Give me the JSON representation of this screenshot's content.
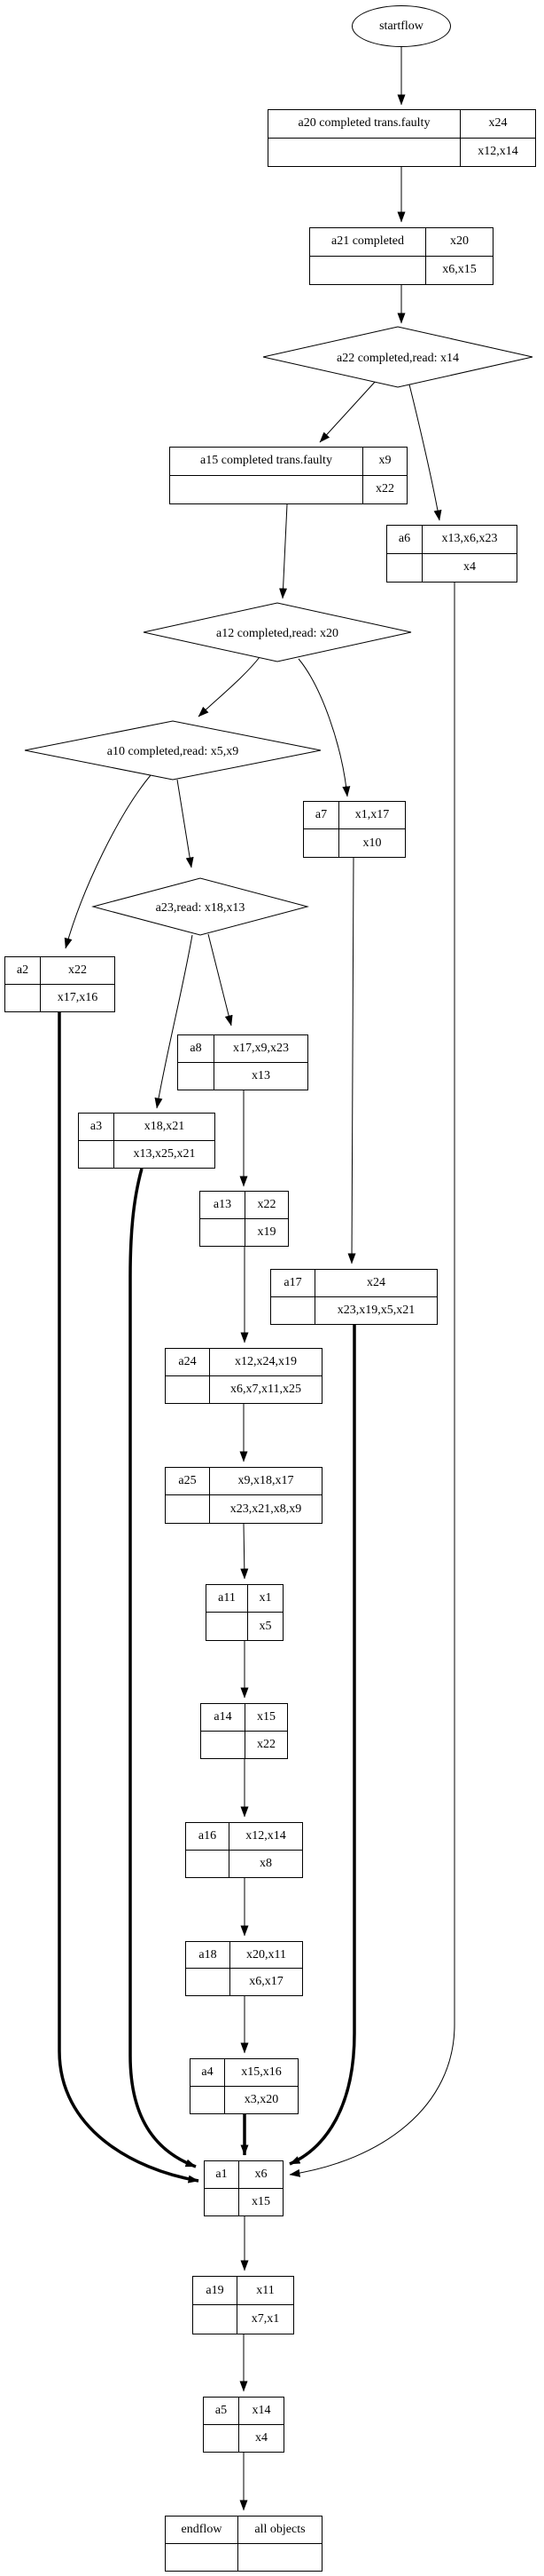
{
  "diagram": {
    "kind": "workflow-flowchart",
    "colors": {
      "background": "#ffffff",
      "stroke": "#000000",
      "node_fill": "#ffffff"
    },
    "nodes": [
      {
        "id": "startflow",
        "kind": "ellipse",
        "label": "startflow"
      },
      {
        "id": "a20",
        "kind": "table",
        "label": "a20 completed trans.faulty",
        "right_top": "x24",
        "right_bottom": "x12,x14"
      },
      {
        "id": "a21",
        "kind": "table",
        "label": "a21 completed",
        "right_top": "x20",
        "right_bottom": "x6,x15"
      },
      {
        "id": "a22",
        "kind": "diamond",
        "label": "a22 completed,read: x14"
      },
      {
        "id": "a15",
        "kind": "table",
        "label": "a15 completed trans.faulty",
        "right_top": "x9",
        "right_bottom": "x22"
      },
      {
        "id": "a6",
        "kind": "table",
        "label": "a6",
        "right_top": "x13,x6,x23",
        "right_bottom": "x4"
      },
      {
        "id": "a12",
        "kind": "diamond",
        "label": "a12 completed,read: x20"
      },
      {
        "id": "a10",
        "kind": "diamond",
        "label": "a10 completed,read: x5,x9"
      },
      {
        "id": "a7",
        "kind": "table",
        "label": "a7",
        "right_top": "x1,x17",
        "right_bottom": "x10"
      },
      {
        "id": "a23",
        "kind": "diamond",
        "label": "a23,read: x18,x13"
      },
      {
        "id": "a2",
        "kind": "table",
        "label": "a2",
        "right_top": "x22",
        "right_bottom": "x17,x16"
      },
      {
        "id": "a8",
        "kind": "table",
        "label": "a8",
        "right_top": "x17,x9,x23",
        "right_bottom": "x13"
      },
      {
        "id": "a3",
        "kind": "table",
        "label": "a3",
        "right_top": "x18,x21",
        "right_bottom": "x13,x25,x21"
      },
      {
        "id": "a13",
        "kind": "table",
        "label": "a13",
        "right_top": "x22",
        "right_bottom": "x19"
      },
      {
        "id": "a17",
        "kind": "table",
        "label": "a17",
        "right_top": "x24",
        "right_bottom": "x23,x19,x5,x21"
      },
      {
        "id": "a24",
        "kind": "table",
        "label": "a24",
        "right_top": "x12,x24,x19",
        "right_bottom": "x6,x7,x11,x25"
      },
      {
        "id": "a25",
        "kind": "table",
        "label": "a25",
        "right_top": "x9,x18,x17",
        "right_bottom": "x23,x21,x8,x9"
      },
      {
        "id": "a11",
        "kind": "table",
        "label": "a11",
        "right_top": "x1",
        "right_bottom": "x5"
      },
      {
        "id": "a14",
        "kind": "table",
        "label": "a14",
        "right_top": "x15",
        "right_bottom": "x22"
      },
      {
        "id": "a16",
        "kind": "table",
        "label": "a16",
        "right_top": "x12,x14",
        "right_bottom": "x8"
      },
      {
        "id": "a18",
        "kind": "table",
        "label": "a18",
        "right_top": "x20,x11",
        "right_bottom": "x6,x17"
      },
      {
        "id": "a4",
        "kind": "table",
        "label": "a4",
        "right_top": "x15,x16",
        "right_bottom": "x3,x20"
      },
      {
        "id": "a1",
        "kind": "table",
        "label": "a1",
        "right_top": "x6",
        "right_bottom": "x15"
      },
      {
        "id": "a19",
        "kind": "table",
        "label": "a19",
        "right_top": "x11",
        "right_bottom": "x7,x1"
      },
      {
        "id": "a5",
        "kind": "table",
        "label": "a5",
        "right_top": "x14",
        "right_bottom": "x4"
      },
      {
        "id": "endflow",
        "kind": "table",
        "label": "endflow",
        "right_top": "all objects",
        "right_bottom": ""
      }
    ],
    "edges": [
      {
        "from": "startflow",
        "to": "a20",
        "bold": false
      },
      {
        "from": "a20",
        "to": "a21",
        "bold": false
      },
      {
        "from": "a21",
        "to": "a22",
        "bold": false
      },
      {
        "from": "a22",
        "to": "a15",
        "bold": false
      },
      {
        "from": "a22",
        "to": "a6",
        "bold": false
      },
      {
        "from": "a15",
        "to": "a12",
        "bold": false
      },
      {
        "from": "a12",
        "to": "a10",
        "bold": false
      },
      {
        "from": "a12",
        "to": "a7",
        "bold": false
      },
      {
        "from": "a10",
        "to": "a2",
        "bold": false
      },
      {
        "from": "a10",
        "to": "a23",
        "bold": false
      },
      {
        "from": "a23",
        "to": "a3",
        "bold": false
      },
      {
        "from": "a23",
        "to": "a8",
        "bold": false
      },
      {
        "from": "a8",
        "to": "a13",
        "bold": false
      },
      {
        "from": "a13",
        "to": "a24",
        "bold": false
      },
      {
        "from": "a7",
        "to": "a17",
        "bold": false
      },
      {
        "from": "a24",
        "to": "a25",
        "bold": false
      },
      {
        "from": "a25",
        "to": "a11",
        "bold": false
      },
      {
        "from": "a11",
        "to": "a14",
        "bold": false
      },
      {
        "from": "a14",
        "to": "a16",
        "bold": false
      },
      {
        "from": "a16",
        "to": "a18",
        "bold": false
      },
      {
        "from": "a18",
        "to": "a4",
        "bold": false
      },
      {
        "from": "a4",
        "to": "a1",
        "bold": true
      },
      {
        "from": "a17",
        "to": "a1",
        "bold": true
      },
      {
        "from": "a6",
        "to": "a1",
        "bold": false
      },
      {
        "from": "a2",
        "to": "a1",
        "bold": true
      },
      {
        "from": "a3",
        "to": "a1",
        "bold": true
      },
      {
        "from": "a1",
        "to": "a19",
        "bold": false
      },
      {
        "from": "a19",
        "to": "a5",
        "bold": false
      },
      {
        "from": "a5",
        "to": "endflow",
        "bold": false
      }
    ]
  }
}
